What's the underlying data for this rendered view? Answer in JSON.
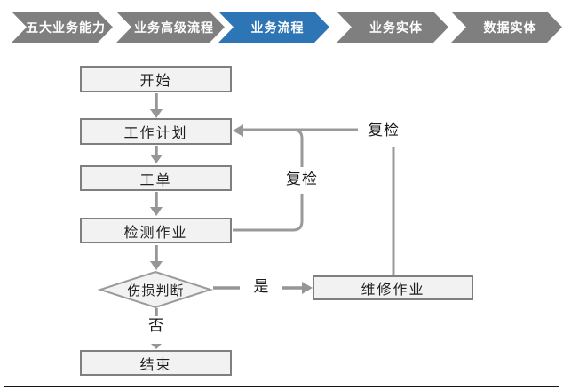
{
  "nav": {
    "active_color": "#2E75B6",
    "inactive_color": "#7F7F7F",
    "items": [
      {
        "label": "五大业务能力",
        "active": false
      },
      {
        "label": "业务高级流程",
        "active": false
      },
      {
        "label": "业务流程",
        "active": true
      },
      {
        "label": "业务实体",
        "active": false
      },
      {
        "label": "数据实体",
        "active": false
      }
    ]
  },
  "flowchart": {
    "nodes": {
      "start": {
        "label": "开始",
        "type": "process"
      },
      "plan": {
        "label": "工作计划",
        "type": "process"
      },
      "order": {
        "label": "工单",
        "type": "process"
      },
      "inspect": {
        "label": "检测作业",
        "type": "process"
      },
      "judge": {
        "label": "伤损判断",
        "type": "decision"
      },
      "repair": {
        "label": "维修作业",
        "type": "process"
      },
      "end": {
        "label": "结束",
        "type": "process"
      }
    },
    "edge_labels": {
      "inspect_recheck": "复检",
      "repair_recheck": "复检",
      "yes": "是",
      "no": "否"
    },
    "colors": {
      "node_fill": "#F2F2F2",
      "node_border": "#7F7F7F",
      "connector": "#969696",
      "text": "#1F1F1F"
    }
  }
}
